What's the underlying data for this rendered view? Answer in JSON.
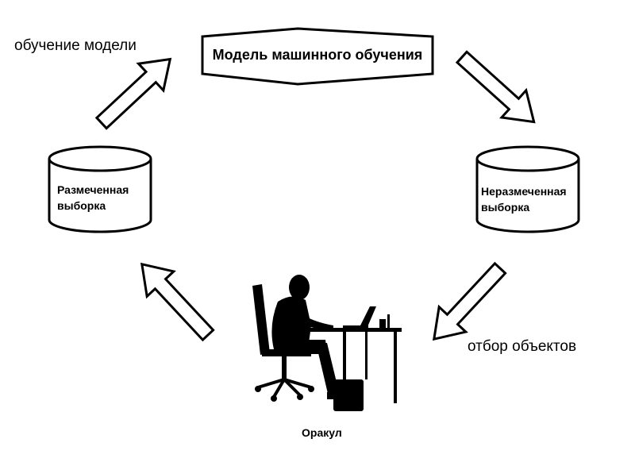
{
  "diagram": {
    "model_label": "Модель машинного обучения",
    "training_label": "обучение модели",
    "selection_label": "отбор объектов",
    "labeled_pool": {
      "line1": "Размеченная",
      "line2": "выборка"
    },
    "unlabeled_pool": {
      "line1": "Неразмеченная",
      "line2": "выборка"
    },
    "oracle_label": "Оракул"
  },
  "icons": [
    "arrow-up-right-icon",
    "arrow-down-right-icon",
    "arrow-down-left-icon",
    "arrow-up-left-icon",
    "database-cylinder-icon",
    "person-at-desk-icon"
  ],
  "colors": {
    "stroke": "#000000",
    "fill": "#ffffff"
  }
}
